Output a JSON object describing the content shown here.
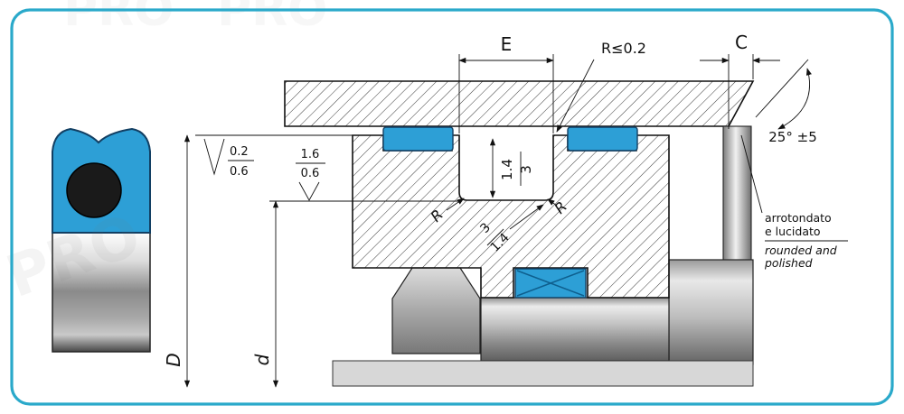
{
  "drawing": {
    "watermark": "PRO",
    "dims": {
      "e_label": "E",
      "c_label": "C",
      "radius_max_label": "R≤0.2",
      "angle_label": "25° ±5",
      "outer_diameter_label": "D",
      "inner_diameter_label": "d",
      "groove_dim_a": "1.4",
      "groove_dim_b": "3",
      "radius_left_label": "R",
      "radius_right_label": "R",
      "corner_dim_a": "3",
      "corner_dim_b": "1.4",
      "finish1_upper": "0.2",
      "finish1_lower": "0.6",
      "finish2_upper": "1.6",
      "finish2_lower": "0.6"
    },
    "notes": {
      "italian_line1": "arrotondato",
      "italian_line2": "e lucidato",
      "english_line1": "rounded and",
      "english_line2": "polished"
    },
    "colors": {
      "frame": "#2aa9ca",
      "seal_blue": "#2d9fd6",
      "seal_outline": "#123f63",
      "oring_black": "#1a1a1a"
    }
  }
}
